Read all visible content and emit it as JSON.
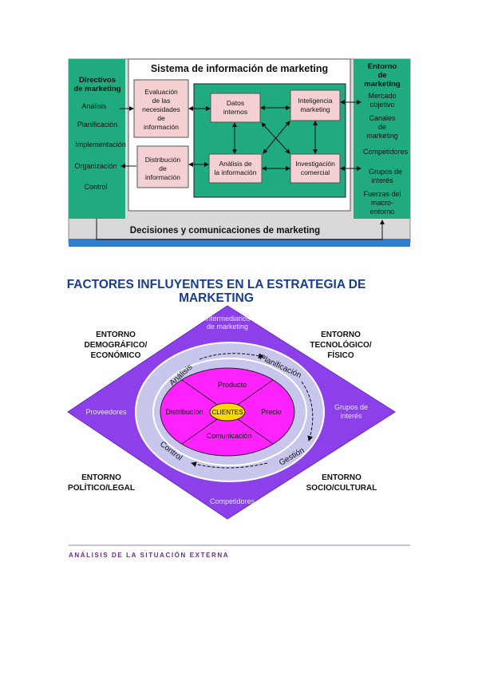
{
  "mis": {
    "title": "Sistema de información de marketing",
    "left_panel": {
      "heading": [
        "Directivos",
        "de marketing"
      ],
      "items": [
        "Análisis",
        "Planificación",
        "Implementación",
        "Organización",
        "Control"
      ]
    },
    "right_panel": {
      "heading": [
        "Entorno",
        "de",
        "marketing"
      ],
      "items": [
        [
          "Mercado",
          "objetivo"
        ],
        [
          "Canales",
          "de",
          "marketing"
        ],
        [
          "Competidores"
        ],
        [
          "Grupos de",
          "interés"
        ],
        [
          "Fuerzas del",
          "macro-",
          "entorno"
        ]
      ]
    },
    "box_eval": [
      "Evaluación",
      "de las",
      "necesidades",
      "de",
      "información"
    ],
    "box_dist": [
      "Distribución",
      "de",
      "información"
    ],
    "box_datos": [
      "Datos",
      "internos"
    ],
    "box_intel": [
      "Inteligencia",
      "marketing"
    ],
    "box_analisis": [
      "Análisis de",
      "la información"
    ],
    "box_invest": [
      "Investigación",
      "comercial"
    ],
    "footer": "Decisiones y comunicaciones de marketing"
  },
  "factores": {
    "title_line1": "FACTORES INFLUYENTES EN LA ESTRATEGIA DE",
    "title_line2": "MARKETING",
    "corner_tl": [
      "ENTORNO",
      "DEMOGRÁFICO/",
      "ECONÓMICO"
    ],
    "corner_tr": [
      "ENTORNO",
      "TECNOLÓGICO/",
      "FÍSICO"
    ],
    "corner_bl": [
      "ENTORNO",
      "POLÍTICO/LEGAL"
    ],
    "corner_br": [
      "ENTORNO",
      "SOCIO/CULTURAL"
    ],
    "diamond_top": [
      "Intermediarios",
      "de marketing"
    ],
    "diamond_left": "Proveedores",
    "diamond_right": [
      "Grupos de",
      "interés"
    ],
    "diamond_bottom": "Competidores",
    "ring_analisis": "Análisis",
    "ring_planificacion": "Planificación",
    "ring_gestion": "Gestión",
    "ring_control": "Control",
    "mix_producto": "Producto",
    "mix_precio": "Precio",
    "mix_distribucion": "Distribución",
    "mix_comunicacion": "Comunicación",
    "center": "CLIENTES"
  },
  "footer_heading": "ANÁLISIS DE LA SITUACIÓN EXTERNA",
  "colors": {
    "teal": "#1faa80",
    "box_pink": "#f5d0d2",
    "blue_bar": "#2f7fce",
    "purple": "#8b40ea",
    "lavender": "#c9c6ee",
    "magenta": "#ff22ff",
    "yellow": "#ffd700",
    "title_blue": "#1a3e8c",
    "footer_purple": "#6b2c8c"
  }
}
